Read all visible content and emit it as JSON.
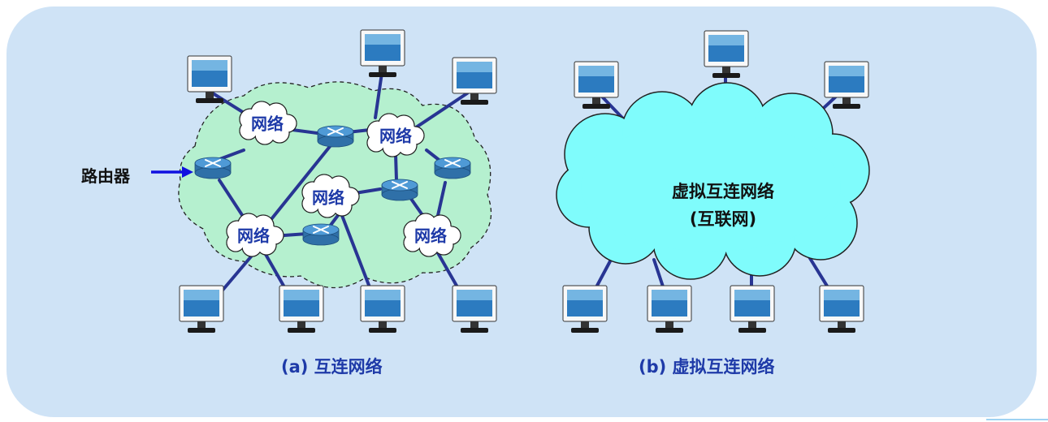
{
  "diagram": {
    "caption_a": "(a) 互连网络",
    "caption_b": "(b) 虚拟互连网络",
    "router_label": "路由器",
    "network_label": "网络",
    "virtual_line1": "虚拟互连网络",
    "virtual_line2": "(互联网)"
  },
  "colors": {
    "panel_bg": "#cfe3f6",
    "mesh_fill": "#b5f0cf",
    "internet_cloud": "#7ffcfc",
    "link": "#283593",
    "label_blue": "#1e3aa8",
    "arrow": "#1010e0",
    "router": "#3d88c6",
    "monitor_screen": "#2c7bc0"
  }
}
